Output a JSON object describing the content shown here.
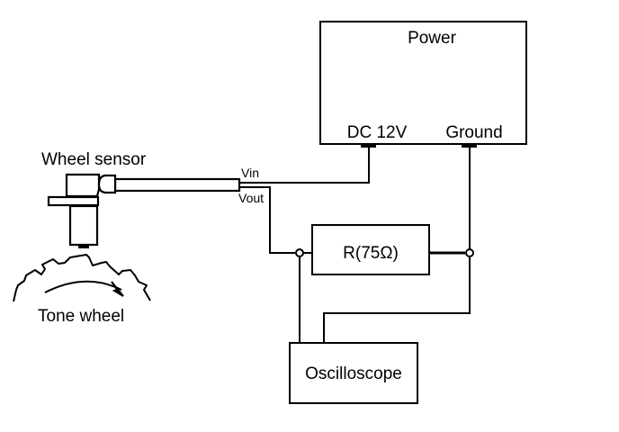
{
  "diagram": {
    "title": "Wheel sensor test circuit",
    "components": {
      "power_supply": {
        "label": "Power",
        "terminals": {
          "dc": "DC 12V",
          "ground": "Ground"
        }
      },
      "wheel_sensor": {
        "label": "Wheel sensor",
        "pins": {
          "vin": "Vin",
          "vout": "Vout"
        }
      },
      "tone_wheel": {
        "label": "Tone wheel",
        "rotation": "clockwise"
      },
      "resistor": {
        "label": "R(75Ω)"
      },
      "oscilloscope": {
        "label": "Oscilloscope"
      }
    },
    "connections": [
      {
        "from": "Wheel sensor Vin",
        "to": "Power DC 12V"
      },
      {
        "from": "Wheel sensor Vout",
        "to": "R(75Ω) left node"
      },
      {
        "from": "R(75Ω) left node",
        "to": "Oscilloscope probe"
      },
      {
        "from": "R(75Ω) right node",
        "to": "Power Ground"
      },
      {
        "from": "R(75Ω) right node",
        "to": "Oscilloscope ground"
      }
    ],
    "colors": {
      "line": "#000000",
      "background": "#ffffff"
    }
  }
}
